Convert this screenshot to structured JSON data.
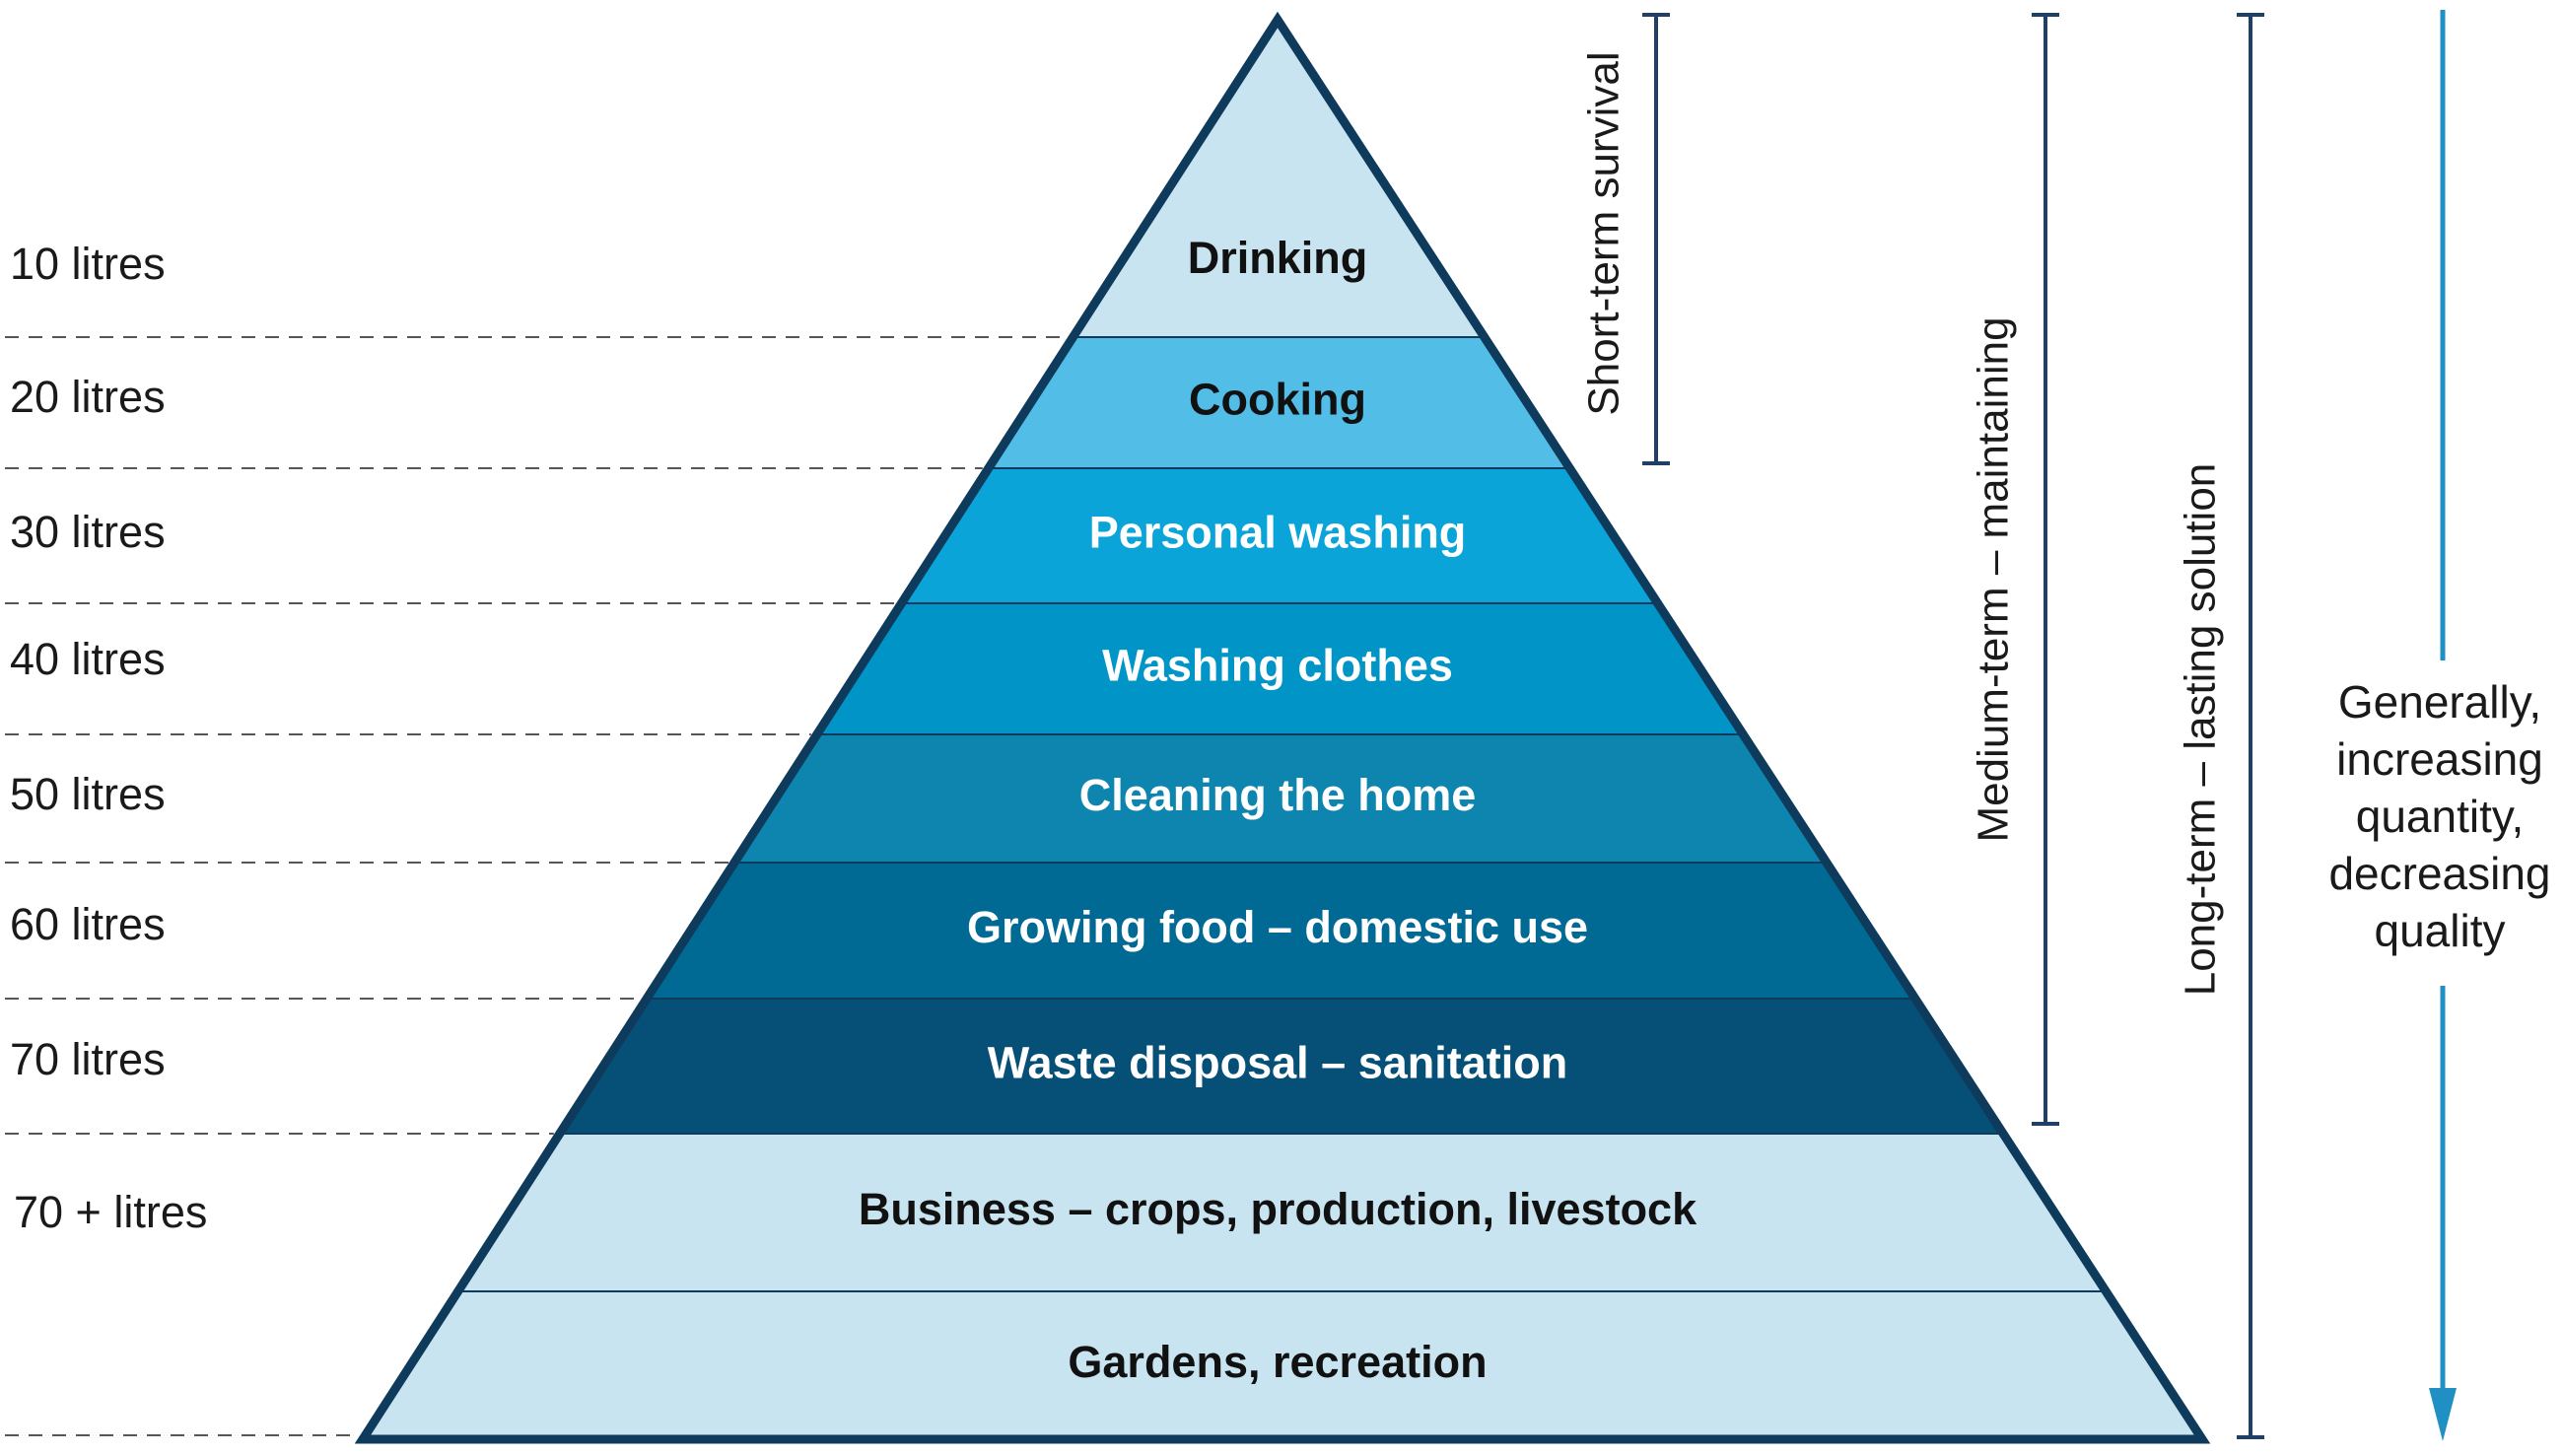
{
  "colors": {
    "outline": "#0e3a5c",
    "dash": "#555555",
    "arrow": "#1f8fc4",
    "bracket": "#1f3f66"
  },
  "layers": [
    {
      "label": "Drinking",
      "fill": "#c8e4f0",
      "text_color": "#111111"
    },
    {
      "label": "Cooking",
      "fill": "#52bde6",
      "text_color": "#111111"
    },
    {
      "label": "Personal washing",
      "fill": "#0aa4d8",
      "text_color": "#ffffff"
    },
    {
      "label": "Washing clothes",
      "fill": "#0095c6",
      "text_color": "#ffffff"
    },
    {
      "label": "Cleaning the home",
      "fill": "#0d85ae",
      "text_color": "#ffffff"
    },
    {
      "label": "Growing food – domestic use",
      "fill": "#006a94",
      "text_color": "#ffffff"
    },
    {
      "label": "Waste disposal – sanitation",
      "fill": "#065078",
      "text_color": "#ffffff"
    },
    {
      "label": "Business – crops, production, livestock",
      "fill": "#c8e4f0",
      "text_color": "#111111"
    },
    {
      "label": "Gardens, recreation",
      "fill": "#c8e4f0",
      "text_color": "#111111"
    }
  ],
  "volumes": [
    "10 litres",
    "20 litres",
    "30 litres",
    "40 litres",
    "50 litres",
    "60 litres",
    "70 litres",
    "70 + litres"
  ],
  "brackets": [
    {
      "label": "Short-term survival"
    },
    {
      "label": "Medium-term – maintaining"
    },
    {
      "label": "Long-term – lasting solution"
    }
  ],
  "note_lines": [
    "Generally,",
    "increasing",
    "quantity,",
    "decreasing",
    "quality"
  ]
}
